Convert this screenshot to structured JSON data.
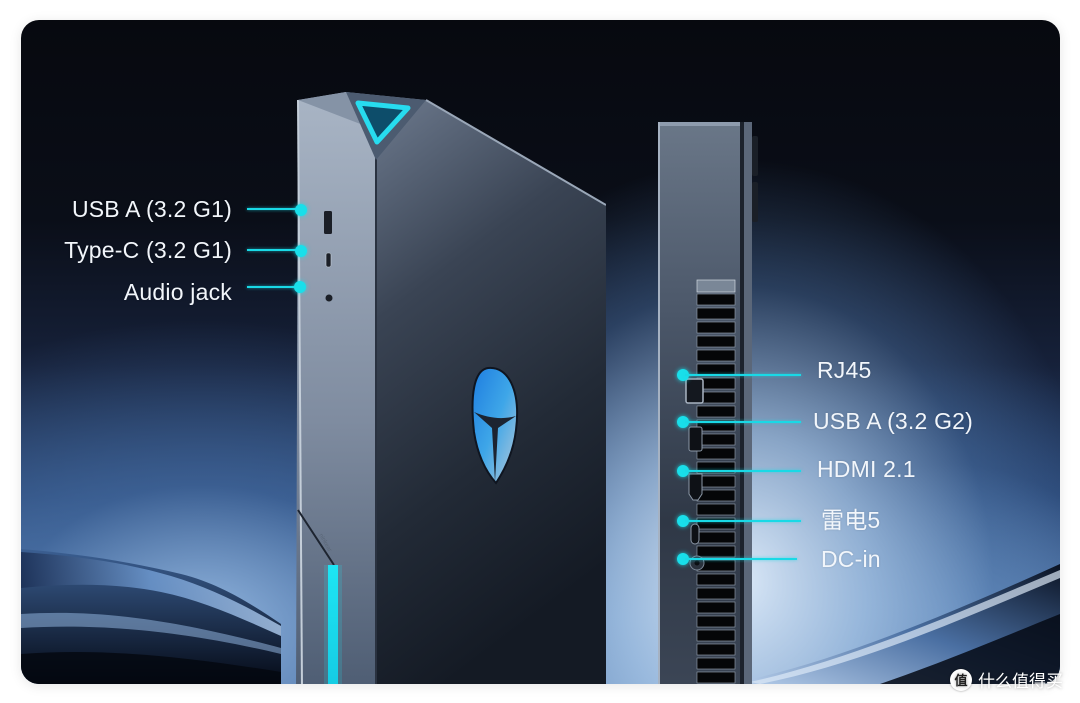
{
  "image": {
    "subject": "mini-pc-product-ports-diagram",
    "colors": {
      "accent_cyan": "#19dfea",
      "label_text": "#f2f6fb",
      "background_top": "#07090f",
      "background_bottom": "#6a90c0"
    }
  },
  "front_ports": [
    {
      "label": "USB A (3.2 G1)",
      "icon": "usb-a-port-icon"
    },
    {
      "label": "Type-C (3.2 G1)",
      "icon": "usb-c-port-icon"
    },
    {
      "label": "Audio jack",
      "icon": "audio-jack-icon"
    }
  ],
  "rear_ports": [
    {
      "label": "RJ45",
      "icon": "ethernet-port-icon"
    },
    {
      "label": "USB A (3.2 G2)",
      "icon": "usb-a-port-icon"
    },
    {
      "label": "HDMI 2.1",
      "icon": "hdmi-port-icon"
    },
    {
      "label": "雷电5",
      "icon": "thunderbolt-port-icon"
    },
    {
      "label": "DC-in",
      "icon": "dc-power-port-icon"
    }
  ],
  "watermark": {
    "badge": "值",
    "text": "什么值得买"
  }
}
